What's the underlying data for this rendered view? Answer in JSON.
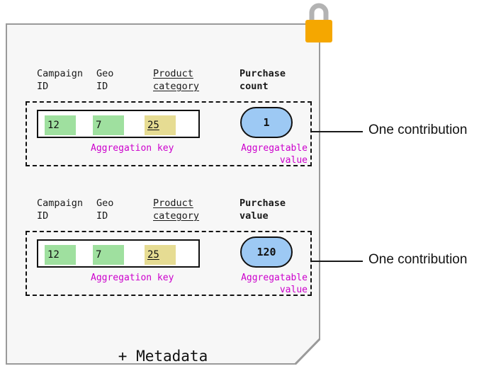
{
  "diagram": {
    "title_annotations": [
      "One contribution",
      "One contribution"
    ],
    "card": {
      "icon": "padlock-icon",
      "lock_body_color": "#f5a700",
      "lock_shackle_color": "#b3b3b3",
      "background_color": "#f7f7f7",
      "border_color": "#9a9a9a",
      "metadata_label": "+ Metadata"
    },
    "colors": {
      "key_green": "#9fe09f",
      "key_yellow": "#e6dc93",
      "value_blue": "#9dc9f4",
      "caption_magenta": "#cc00cc",
      "outline_black": "#111111"
    },
    "contributions": [
      {
        "headers": [
          {
            "label": "Campaign\nID",
            "style": "plain"
          },
          {
            "label": "Geo\nID",
            "style": "plain"
          },
          {
            "label": "Product\ncategory",
            "style": "underline"
          },
          {
            "label": "Purchase\ncount",
            "style": "bold"
          }
        ],
        "aggregation_key": [
          {
            "value": "12",
            "color": "green",
            "underline": false
          },
          {
            "value": "7",
            "color": "green",
            "underline": false
          },
          {
            "value": "25",
            "color": "yellow",
            "underline": true
          }
        ],
        "aggregatable_value": "1",
        "key_caption": "Aggregation key",
        "value_caption": "Aggregatable\nvalue",
        "annotation": "One contribution"
      },
      {
        "headers": [
          {
            "label": "Campaign\nID",
            "style": "plain"
          },
          {
            "label": "Geo\nID",
            "style": "plain"
          },
          {
            "label": "Product\ncategory",
            "style": "underline"
          },
          {
            "label": "Purchase\nvalue",
            "style": "bold"
          }
        ],
        "aggregation_key": [
          {
            "value": "12",
            "color": "green",
            "underline": false
          },
          {
            "value": "7",
            "color": "green",
            "underline": false
          },
          {
            "value": "25",
            "color": "yellow",
            "underline": true
          }
        ],
        "aggregatable_value": "120",
        "key_caption": "Aggregation key",
        "value_caption": "Aggregatable\nvalue",
        "annotation": "One contribution"
      }
    ]
  }
}
